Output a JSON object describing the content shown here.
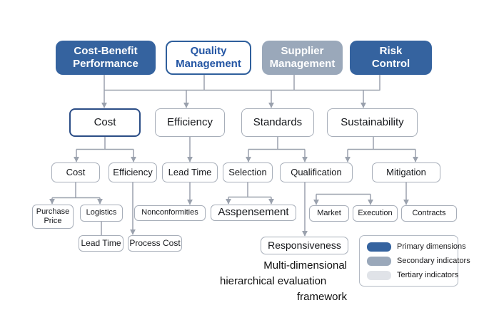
{
  "colors": {
    "primary_fill": "#35639f",
    "secondary_fill": "#9aa8ba",
    "tertiary_fill": "#e0e3e8",
    "quality_border": "#2f5f9c",
    "cost_navy_border": "#2b4d86",
    "box_border": "#a7aeb9",
    "connector": "#9aa1ad"
  },
  "nodes": {
    "cost_benefit_performance": "Cost-Benefit\nPerformance",
    "quality_management": "Quality\nManagement",
    "supplier_management": "Supplier\nManagement",
    "risk_control": "Risk\nControl",
    "cost_l2": "Cost",
    "efficiency_l2": "Efficiency",
    "standards": "Standards",
    "sustainability": "Sustainability",
    "cost_l3": "Cost",
    "efficiency_l3": "Efficiency",
    "lead_time_l3": "Lead Time",
    "selection": "Selection",
    "qualification": "Qualification",
    "mitigation": "Mitigation",
    "purchase_price": "Purchase\nPrice",
    "logistics": "Logistics",
    "nonconformities": "Nonconformities",
    "asspensement": "Asspensement",
    "market": "Market",
    "execution": "Execution",
    "contracts": "Contracts",
    "lead_time_l5": "Lead Time",
    "process_cost": "Process Cost",
    "responsiveness": "Responsiveness"
  },
  "caption": {
    "line1": "Multi-dimensional",
    "line2": "hierarchical evaluation",
    "line3": "framework"
  },
  "legend": {
    "items": [
      {
        "label": "Primary dimensions",
        "color": "#35639f"
      },
      {
        "label": "Secondary indicators",
        "color": "#9aa8ba"
      },
      {
        "label": "Tertiary indicators",
        "color": "#e0e3e8"
      }
    ]
  }
}
